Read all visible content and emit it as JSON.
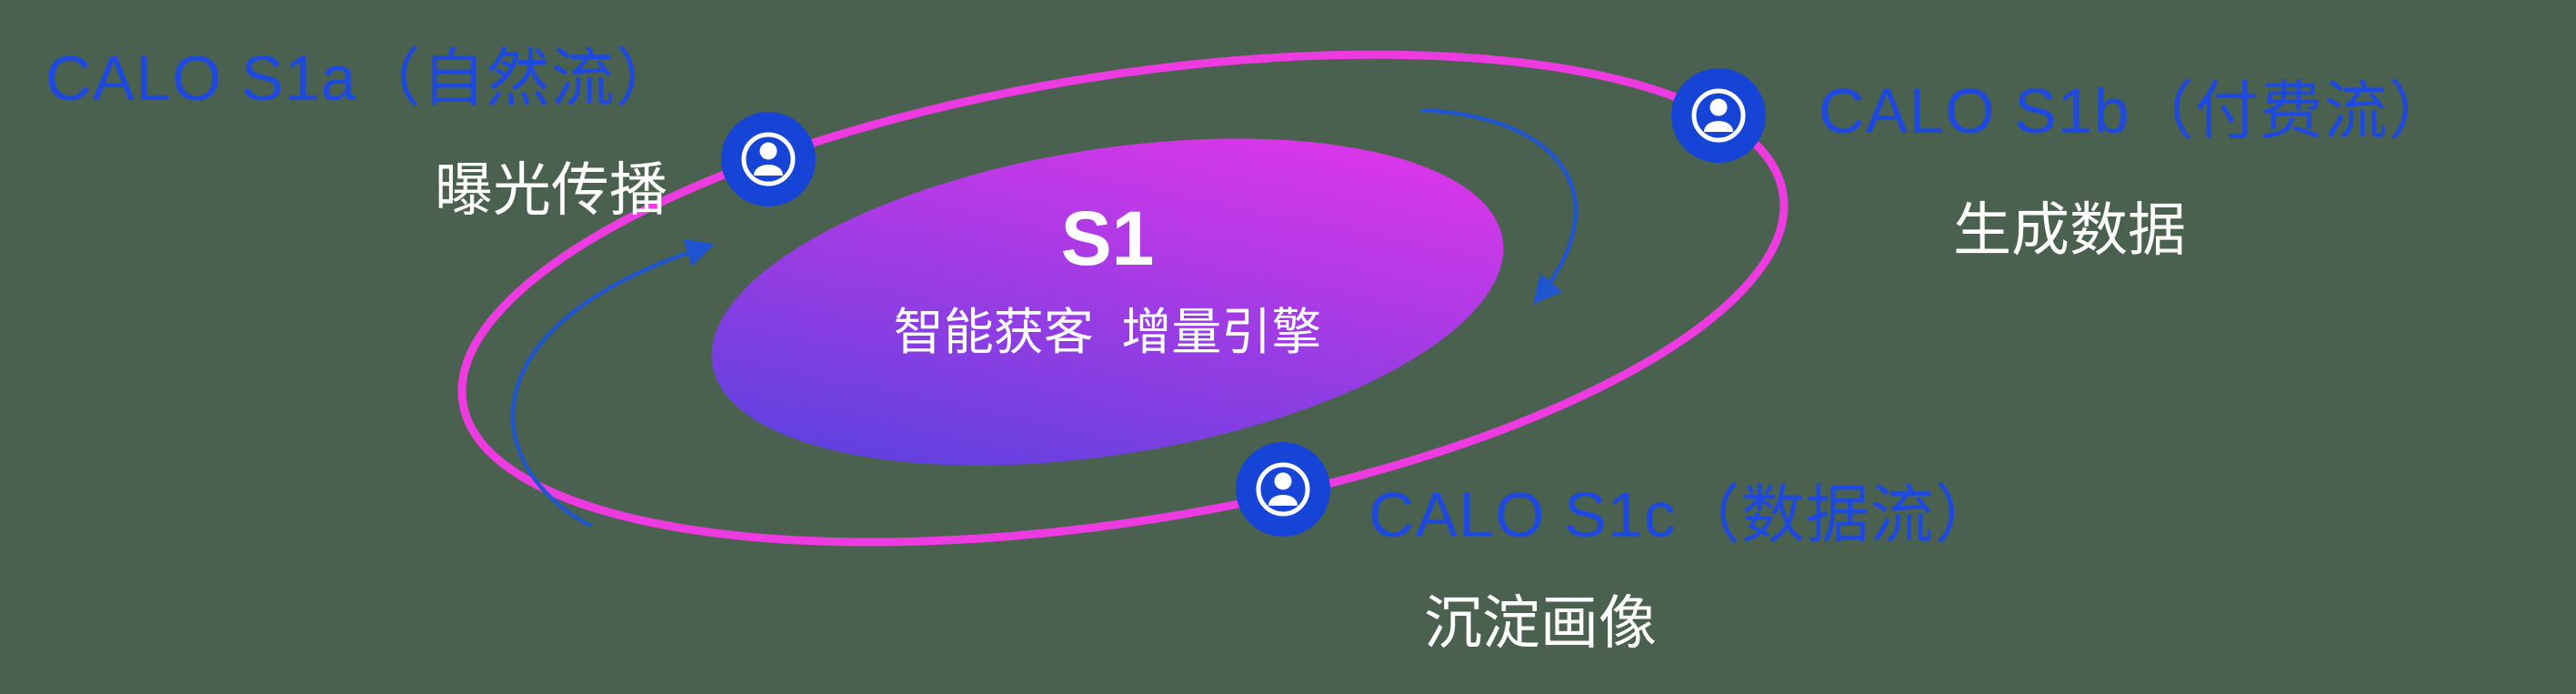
{
  "colors": {
    "background": "#4b614f",
    "ring_magenta": "#ee3be1",
    "ellipse_gradient_start": "#4a43dd",
    "ellipse_gradient_end": "#e136ea",
    "node_label_blue": "#1e49df",
    "icon_blue": "#1644d6",
    "arrow_blue": "#1f55cf",
    "text_white": "#ffffff"
  },
  "center": {
    "title": "S1",
    "subtitle": "智能获客  增量引擎"
  },
  "nodes": [
    {
      "id": "s1a",
      "label": "CALO S1a（自然流）",
      "sublabel": "曝光传播",
      "icon": "user-circle-icon"
    },
    {
      "id": "s1b",
      "label": "CALO S1b（付费流）",
      "sublabel": "生成数据",
      "icon": "user-circle-icon"
    },
    {
      "id": "s1c",
      "label": "CALO S1c（数据流）",
      "sublabel": "沉淀画像",
      "icon": "user-circle-icon"
    }
  ]
}
